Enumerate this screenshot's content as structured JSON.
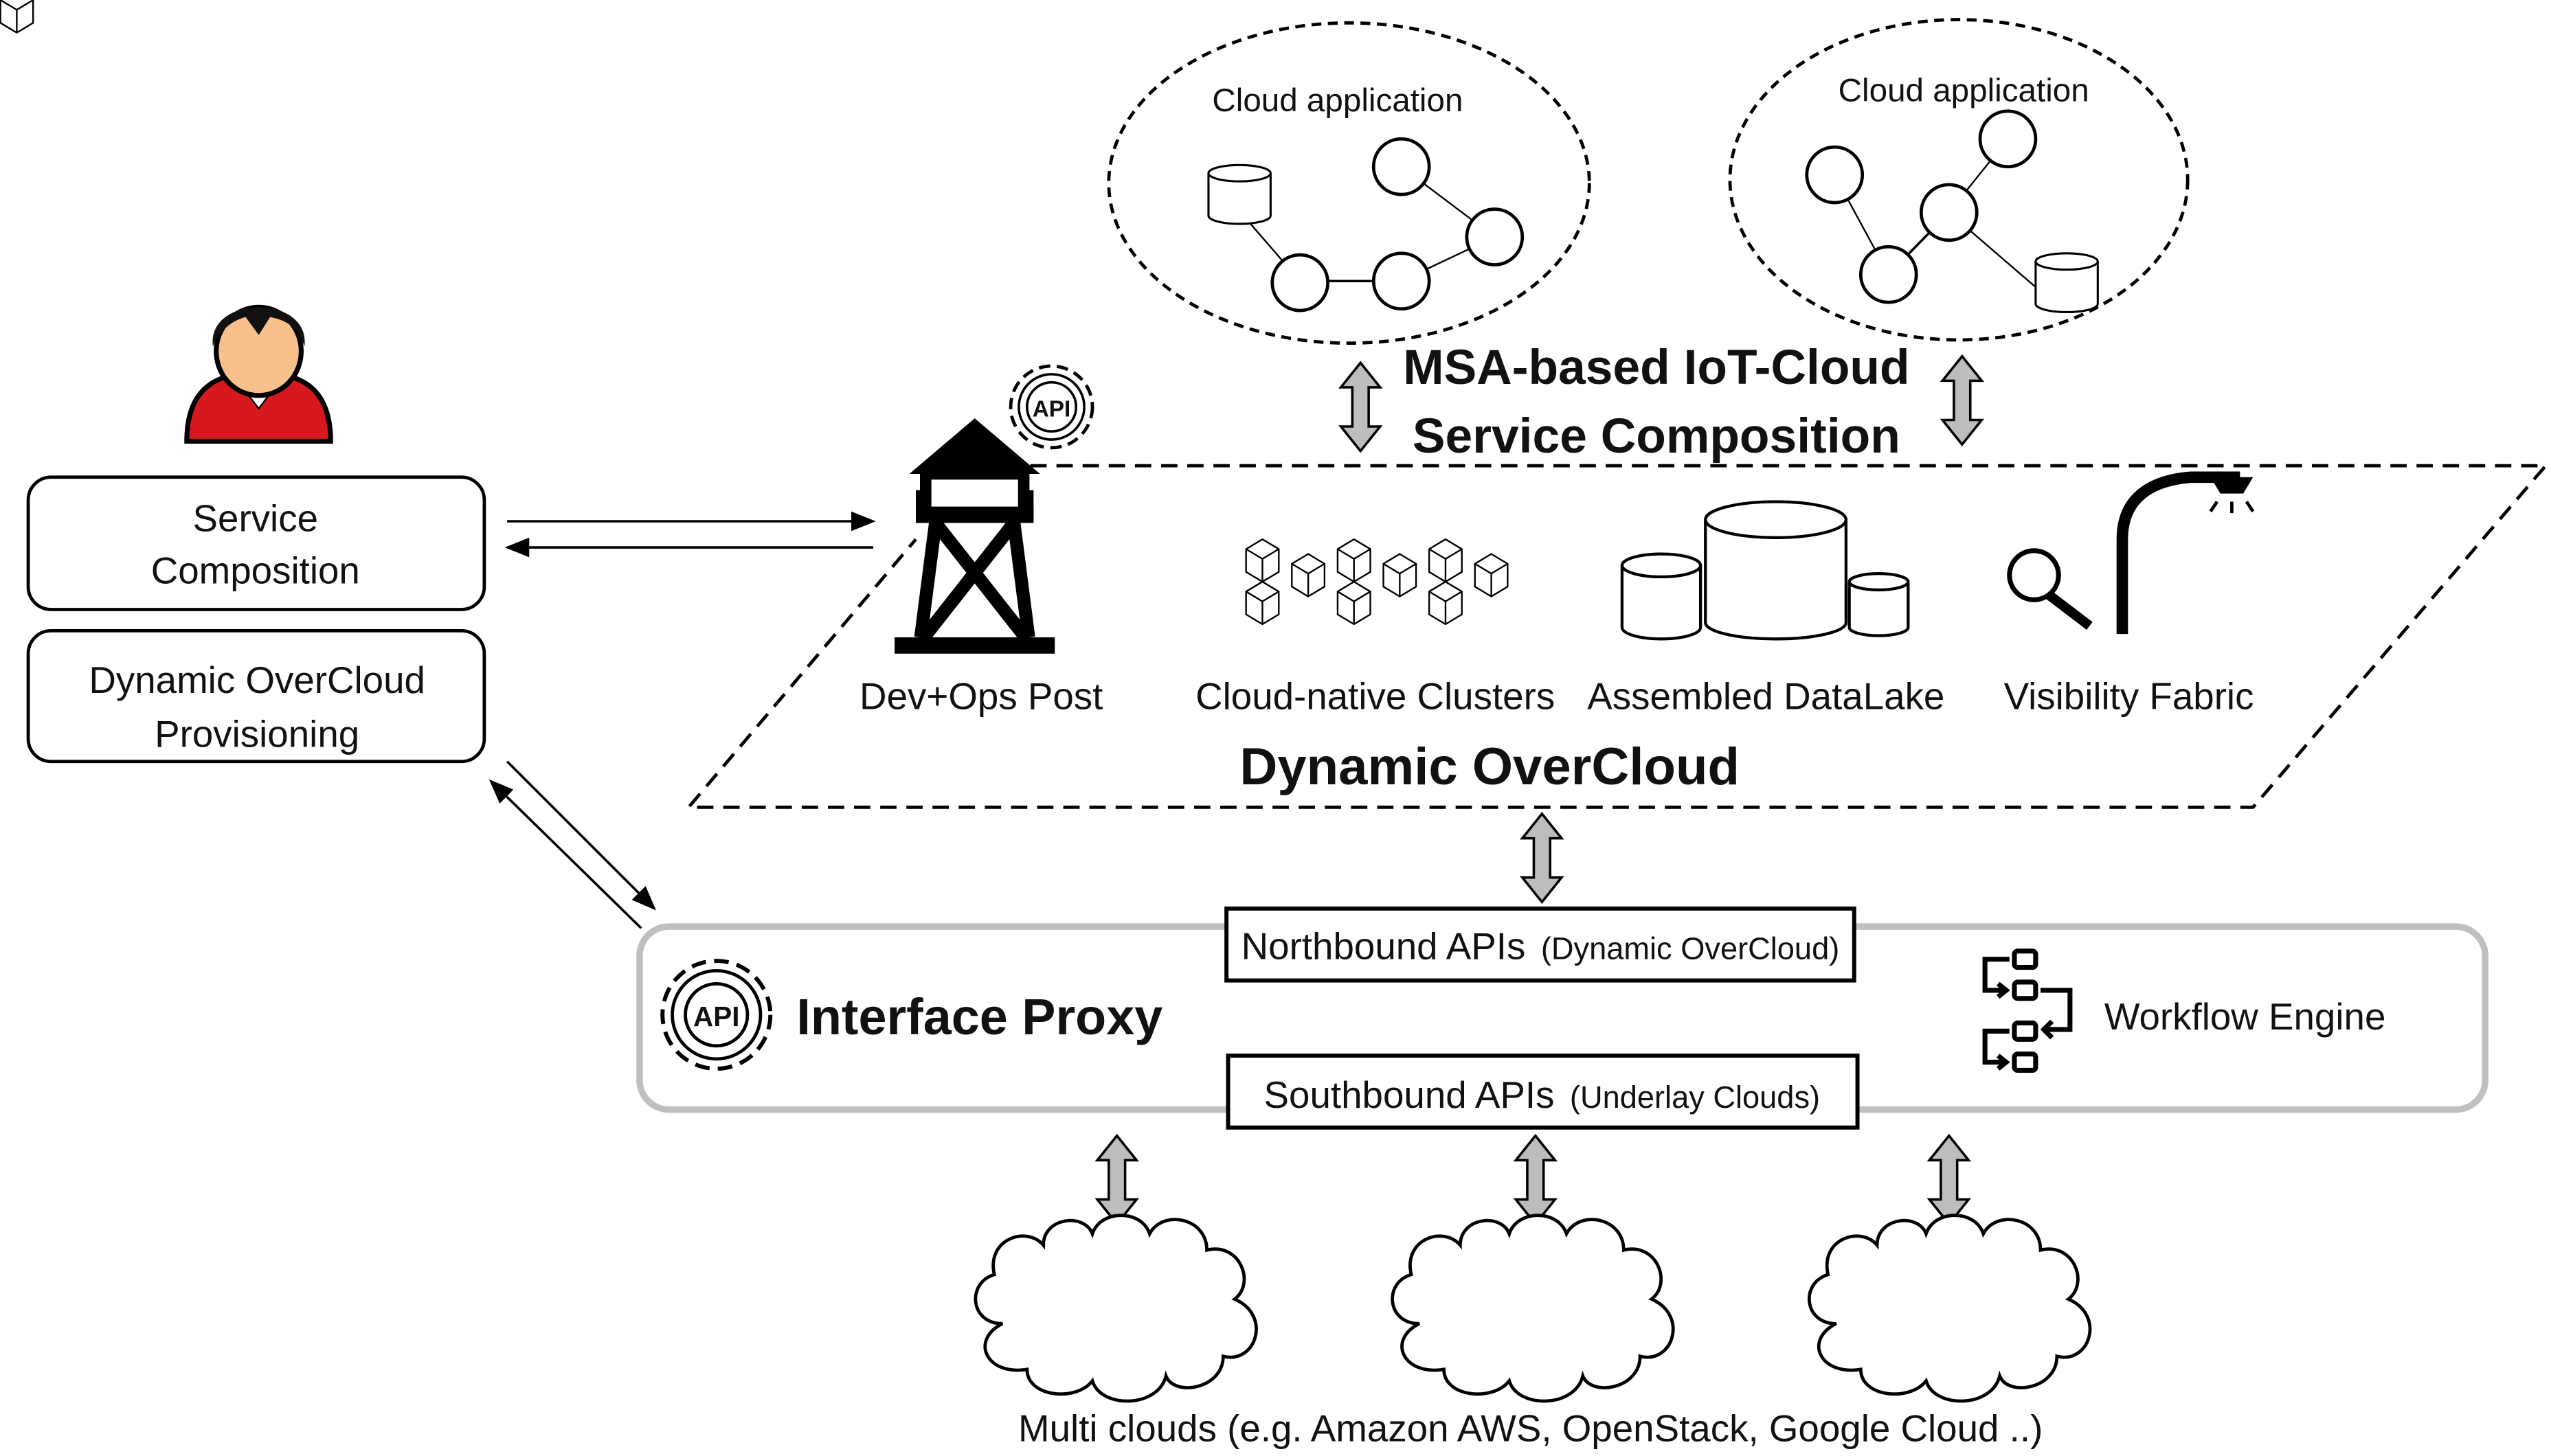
{
  "user_panel": {
    "avatar": "user-avatar",
    "service_composition": [
      "Service",
      "Composition"
    ],
    "provisioning": [
      "Dynamic OverCloud",
      "Provisioning"
    ]
  },
  "top": {
    "cloud_apps": [
      {
        "label": "Cloud application"
      },
      {
        "label": "Cloud application"
      }
    ],
    "title_lines": [
      "MSA-based IoT-Cloud",
      "Service Composition"
    ]
  },
  "overcloud": {
    "title": "Dynamic OverCloud",
    "components": [
      {
        "label": "Dev+Ops Post",
        "icon": "watchtower-icon"
      },
      {
        "label": "Cloud-native Clusters",
        "icon": "cubes-cluster-icon"
      },
      {
        "label": "Assembled DataLake",
        "icon": "database-cylinders-icon"
      },
      {
        "label": "Visibility Fabric",
        "icon": "magnifier-streetlight-icon"
      }
    ]
  },
  "proxy": {
    "title": "Interface Proxy",
    "api_badge": "API",
    "northbound": {
      "main": "Northbound APIs",
      "sub": "(Dynamic OverCloud)"
    },
    "southbound": {
      "main": "Southbound APIs",
      "sub": "(Underlay Clouds)"
    },
    "workflow": "Workflow Engine"
  },
  "bottom": {
    "caption": "Multi clouds (e.g. Amazon AWS, OpenStack, Google Cloud ..)"
  },
  "colors": {
    "arrow_fill": "#bdbdbd",
    "proxy_border": "#c0c0c0",
    "shirt": "#d7181f",
    "skin": "#f8c08a"
  }
}
